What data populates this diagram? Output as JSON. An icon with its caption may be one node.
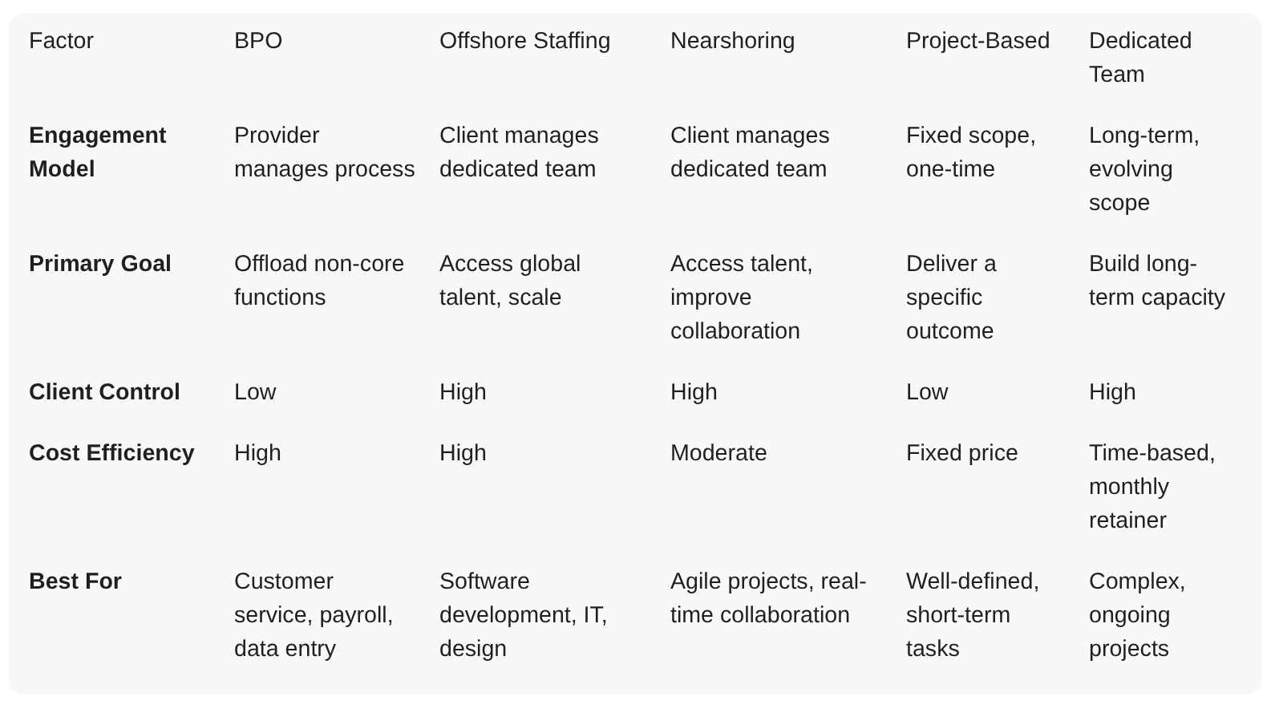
{
  "diagram": {
    "labels": [
      "Factor",
      "BPO",
      "Offshore Staffing",
      "Nearshoring",
      "Project-Based",
      "Dedicated Team",
      "Engagement Model",
      "Provider manages process",
      "Client manages dedicated team",
      "Client manages dedicated team",
      "Fixed scope, one-time",
      "Long-term, evolving scope",
      "Primary Goal",
      "Offload non-core functions",
      "Access global talent, scale",
      "Access talent, improve collaboration",
      "Deliver a specific outcome",
      "Build long-term capacity",
      "Client Control",
      "Low",
      "High",
      "High",
      "Low",
      "High",
      "Cost Efficiency",
      "High",
      "High",
      "Moderate",
      "Fixed price",
      "Time-based, monthly retainer",
      "Best For",
      "Customer service, payroll, data entry",
      "Software development, IT, design",
      "Agile projects, real-time collaboration",
      "Well-defined, short-term tasks",
      "Complex, ongoing projects"
    ]
  }
}
